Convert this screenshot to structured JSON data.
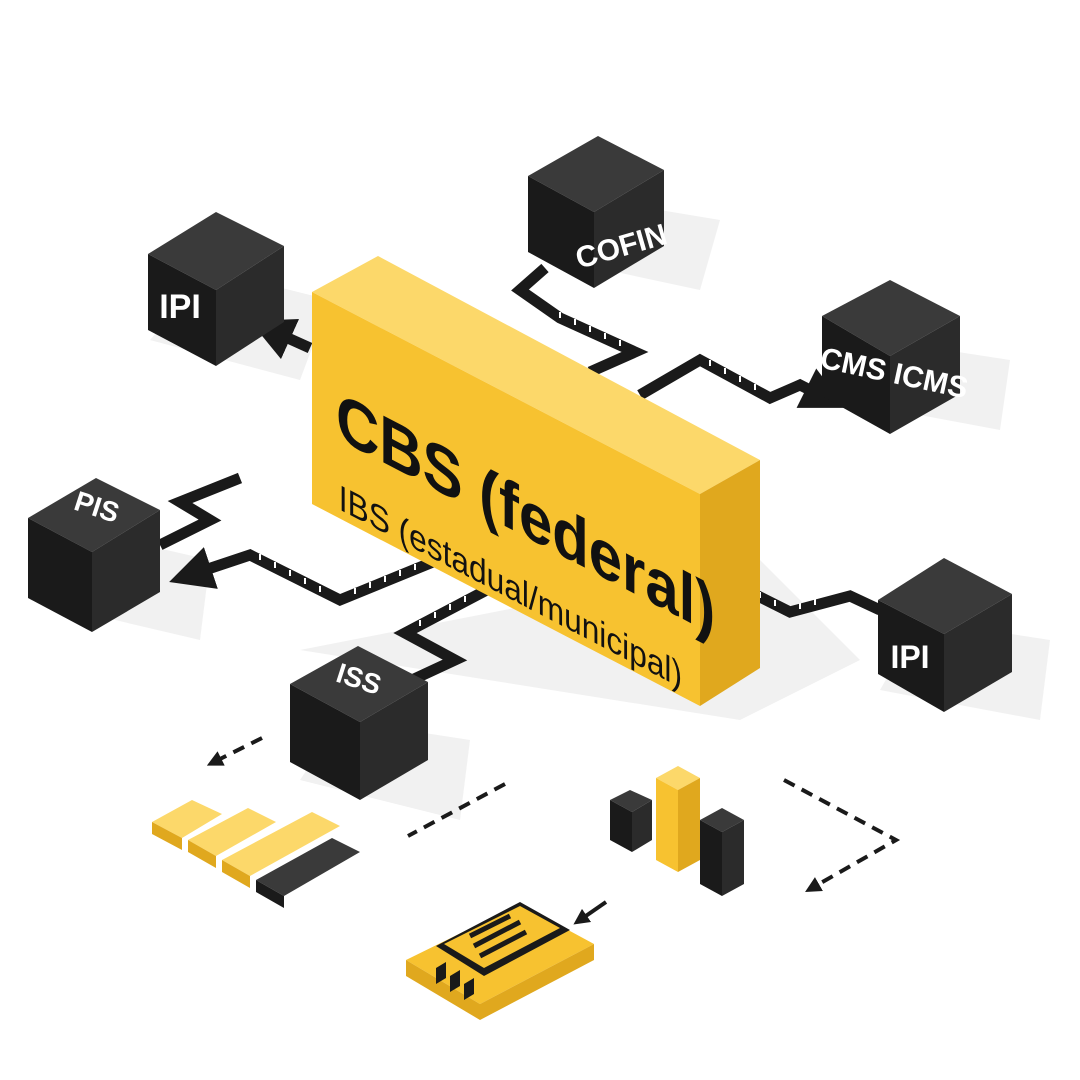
{
  "central_block": {
    "title": "CBS (federal)",
    "subtitle": "IBS (estadual/municipal)"
  },
  "tax_nodes": {
    "ipi_top": "IPI",
    "cofins": "COFIN",
    "icms": "ICMS ICMS",
    "pis": "PIS",
    "iss": "ISS",
    "ipi_right": "IPI"
  },
  "colors": {
    "yellow": "#F7C230",
    "yellow_light": "#FCD86A",
    "yellow_dark": "#E0A81E",
    "black_top": "#3A3A3A",
    "black_left": "#1A1A1A",
    "black_right": "#2B2B2B",
    "shadow": "#EFEFEF"
  }
}
